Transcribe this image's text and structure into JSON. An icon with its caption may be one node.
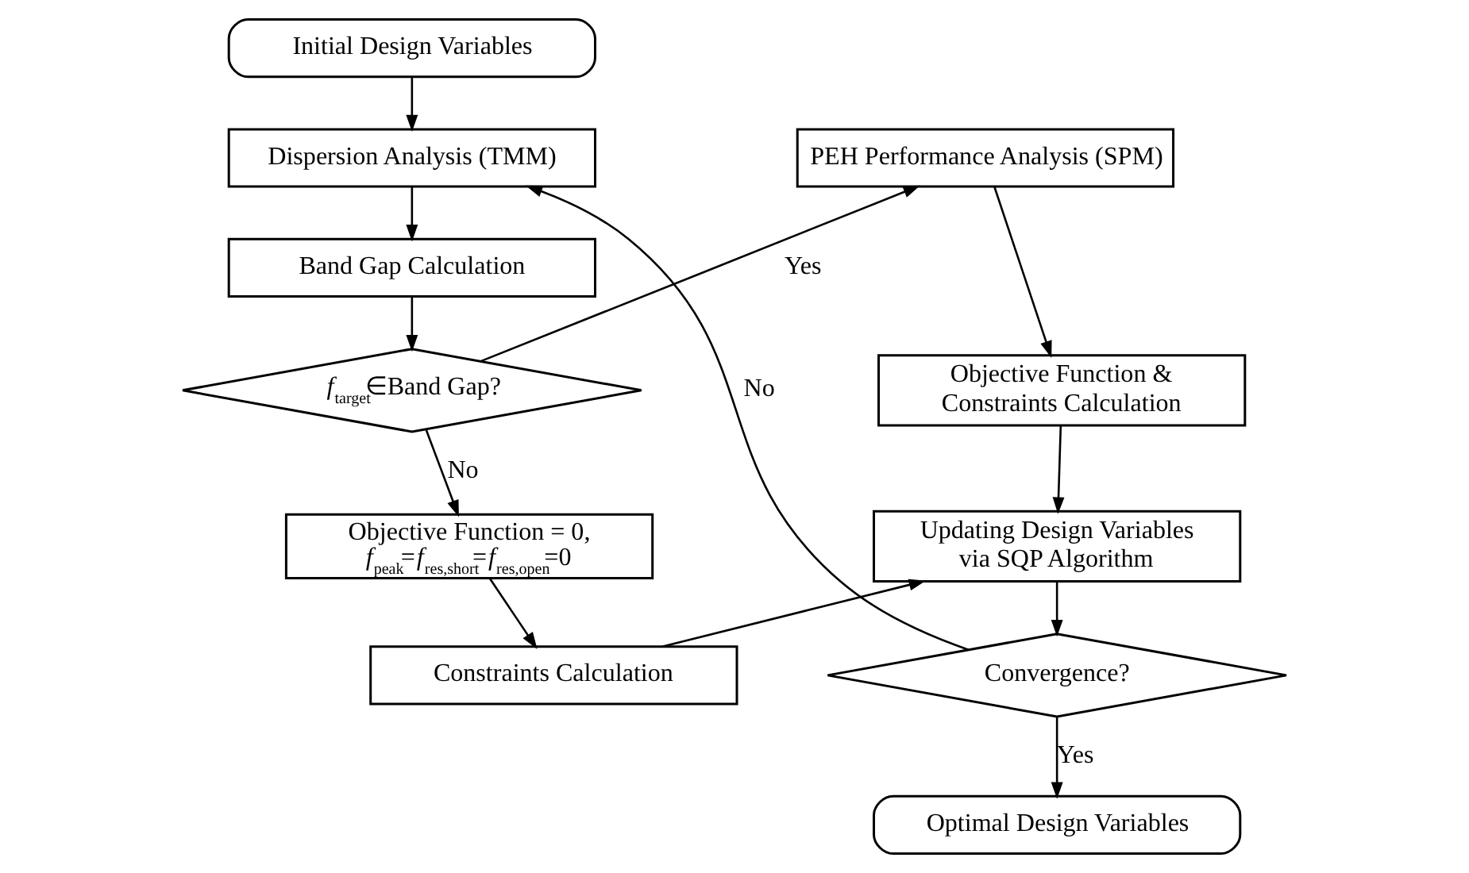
{
  "diagram": {
    "nodes": [
      {
        "text": [
          "Initial Design Variables"
        ]
      },
      {
        "text": [
          "Dispersion Analysis (TMM)"
        ]
      },
      {
        "text": [
          "Band Gap Calculation"
        ]
      },
      {
        "text": [
          "*f*$_{target}$∈Band Gap?"
        ]
      },
      {
        "text": [
          "Objective Function = 0, *f*$_{peak}$=*f*$_{res,short}$=*f*$_{res,open}$=0"
        ]
      },
      {
        "text": [
          "Constraints Calculation"
        ]
      },
      {
        "text": [
          "PEH Performance Analysis (SPM)"
        ]
      },
      {
        "text": [
          "Objective Function & Constraints Calculation"
        ]
      },
      {
        "text": [
          "Updating Design Variables via SQP Algorithm"
        ]
      },
      {
        "text": [
          "Convergence?"
        ]
      },
      {
        "text": [
          "Optimal Design Variables"
        ]
      }
    ],
    "edges": [
      {
        "from": 0,
        "to": 1,
        "arrow": "to"
      },
      {
        "from": 1,
        "to": 2,
        "arrow": "to"
      },
      {
        "from": 2,
        "to": 3,
        "arrow": "to"
      },
      {
        "from": 3,
        "to": 6,
        "arrow": "to",
        "label": "Yes"
      },
      {
        "from": 3,
        "to": 4,
        "arrow": "to",
        "label": "No"
      },
      {
        "from": 4,
        "to": 5,
        "arrow": "to"
      },
      {
        "from": 5,
        "to": 8,
        "arrow": "to"
      },
      {
        "from": 6,
        "to": 7,
        "arrow": "to"
      },
      {
        "from": 7,
        "to": 8,
        "arrow": "to"
      },
      {
        "from": 8,
        "to": 9,
        "arrow": "to"
      },
      {
        "from": 9,
        "to": 10,
        "arrow": "to",
        "label": "Yes"
      },
      {
        "from": 9,
        "to": 1,
        "arrow": "to",
        "label": "No"
      }
    ]
  }
}
